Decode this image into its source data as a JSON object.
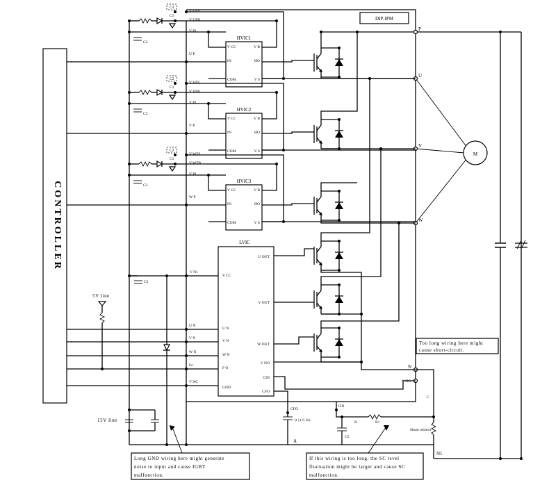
{
  "title": "DIP-IPM",
  "controller_label": "CONTROLLER",
  "motor_label": "M",
  "hvic": [
    {
      "name": "HVIC1",
      "phase": "U",
      "vfs": "V UFS",
      "vfb": "V UFB",
      "vp1": "V P1",
      "in": "U P"
    },
    {
      "name": "HVIC2",
      "phase": "V",
      "vfs": "V VFS",
      "vfb": "V VFB",
      "vp1": "V P1",
      "in": "V P"
    },
    {
      "name": "HVIC3",
      "phase": "W",
      "vfs": "V WFS",
      "vfb": "V WFB",
      "vp1": "V P1",
      "in": "W P"
    }
  ],
  "hvic_pins": {
    "vcc": "V CC",
    "vb": "V B",
    "in": "IN",
    "ho": "HO",
    "com": "COM",
    "vs": "V S"
  },
  "lvic": {
    "name": "LVIC",
    "left_pins": [
      "V CC",
      "U N",
      "V N",
      "W N",
      "F O",
      "GND"
    ],
    "right_pins": [
      "U OUT",
      "V OUT",
      "W OUT",
      "V NO",
      "CIN",
      "CFO"
    ]
  },
  "terminals": {
    "p": "P",
    "u": "U",
    "v": "V",
    "w": "W",
    "n": "N",
    "vnc": "V NC",
    "n1": "N1",
    "cfo": "CFO",
    "cin": "CIN",
    "vn1": "V N1"
  },
  "input_labels": [
    "U N",
    "V N",
    "W N",
    "Fo",
    "V NC"
  ],
  "caps": {
    "c1": "C1",
    "c2": "C2",
    "c3": "C3",
    "c5": "C5",
    "cfo_value": "(t ) ( C fo)"
  },
  "nodes": {
    "a": "A",
    "b": "B",
    "c": "C",
    "r1": "R1"
  },
  "supplies": {
    "line5v": "5V line",
    "line15v": "15V line"
  },
  "shunt_label": "Shunt resistor",
  "notes": {
    "short_circuit": "Too long wiring here might cause short-circuit.",
    "gnd": "Long GND wiring here might generate noise to input and cause IGBT malfunction.",
    "sc_level": "If this wiring is too long, the SC level fluctuation might be larger and cause SC malfunction."
  }
}
